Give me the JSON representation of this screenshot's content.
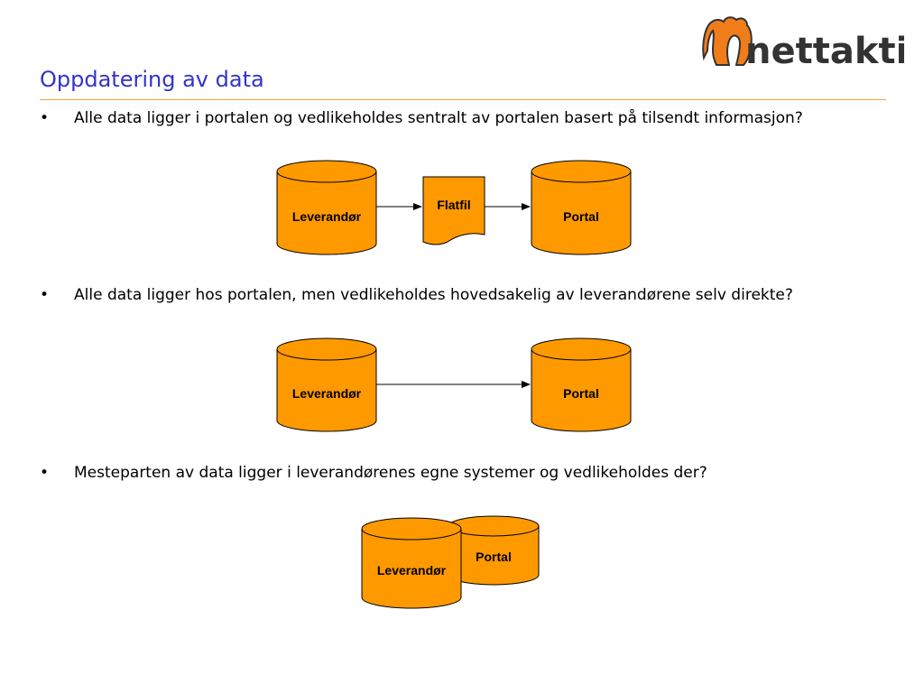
{
  "logo": {
    "text": "nettaktiv",
    "icon": "nettaktiv-logo"
  },
  "title": "Oppdatering av data",
  "bullets": [
    "Alle data ligger i portalen og vedlikeholdes sentralt av portalen basert på tilsendt informasjon?",
    "Alle data ligger hos portalen, men vedlikeholdes hovedsakelig av leverandørene selv direkte?",
    "Mesteparten av data ligger i leverandørenes egne systemer og vedlikeholdes der?"
  ],
  "bullet_glyph": "•",
  "diagram1": {
    "source": "Leverandør",
    "file": "Flatfil",
    "target": "Portal"
  },
  "diagram2": {
    "source": "Leverandør",
    "target": "Portal"
  },
  "diagram3": {
    "front": "Leverandør",
    "back": "Portal"
  },
  "colors": {
    "shape_fill": "#ff9900",
    "title": "#3333cc",
    "rule": "#f0a040",
    "logo_orange": "#f07d1a"
  }
}
